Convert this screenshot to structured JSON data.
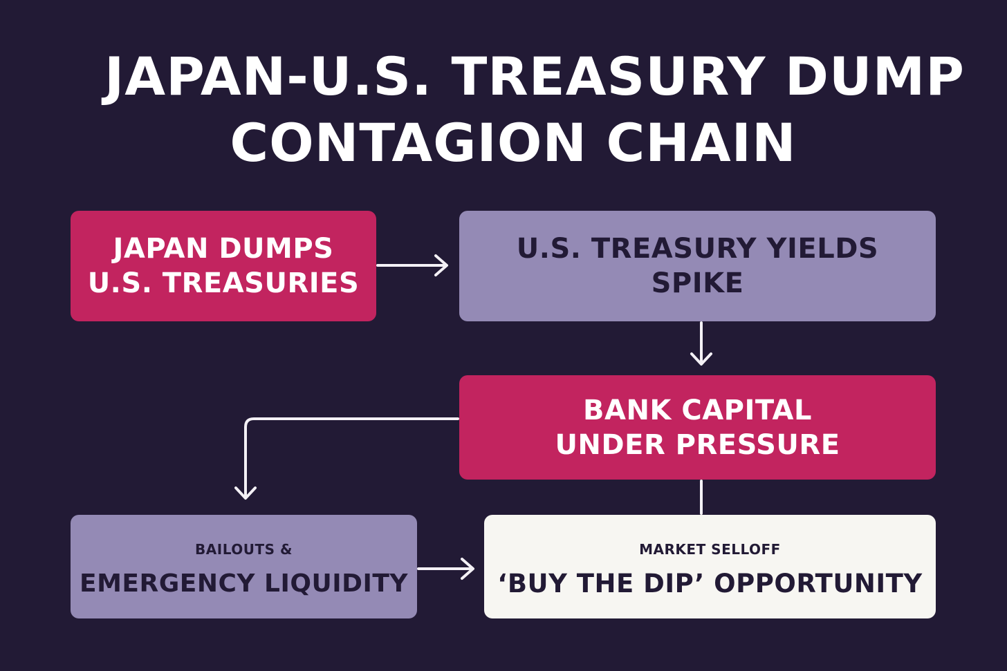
{
  "title": {
    "line1": "JAPAN-U.S. TREASURY DUMP",
    "line2": "CONTAGION CHAIN"
  },
  "nodes": {
    "japan_dumps": {
      "lines": [
        "JAPAN DUMPS",
        "U.S. TREASURIES"
      ],
      "color": "#c2245f"
    },
    "yields_spike": {
      "lines": [
        "U.S. TREASURY YIELDS",
        "SPIKE"
      ],
      "color": "#948ab5"
    },
    "bank_capital": {
      "lines": [
        "BANK CAPITAL",
        "UNDER PRESSURE"
      ],
      "color": "#c2245f"
    },
    "bailouts": {
      "lines": [
        "BAILOUTS &",
        "EMERGENCY LIQUIDITY"
      ],
      "color": "#948ab5"
    },
    "market_selloff": {
      "lines": [
        "MARKET SELLOFF",
        "‘BUY THE DIP’ OPPORTUNITY"
      ],
      "color": "#f7f6f2"
    }
  },
  "colors": {
    "background": "#221a35",
    "accent_pink": "#c2245f",
    "accent_lavender": "#948ab5",
    "connector": "#f4f1f6"
  }
}
